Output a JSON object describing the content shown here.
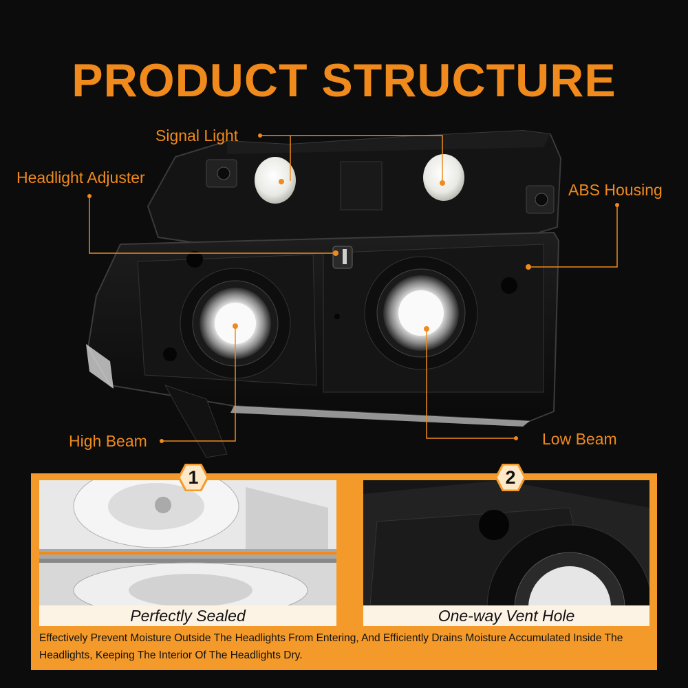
{
  "title": "PRODUCT STRUCTURE",
  "labels": {
    "signal_light": "Signal Light",
    "headlight_adjuster": "Headlight Adjuster",
    "abs_housing": "ABS Housing",
    "high_beam": "High Beam",
    "low_beam": "Low Beam"
  },
  "features": [
    {
      "number": "1",
      "caption": "Perfectly Sealed"
    },
    {
      "number": "2",
      "caption": "One-way Vent Hole"
    }
  ],
  "description": "Effectively Prevent Moisture Outside The Headlights From Entering, And Efficiently Drains Moisture Accumulated Inside The Headlights, Keeping The Interior Of The Headlights Dry.",
  "colors": {
    "accent": "#f08a1c",
    "background": "#0c0c0c",
    "panel": "#f49a2a",
    "caption_bg": "#fdf3e4"
  }
}
